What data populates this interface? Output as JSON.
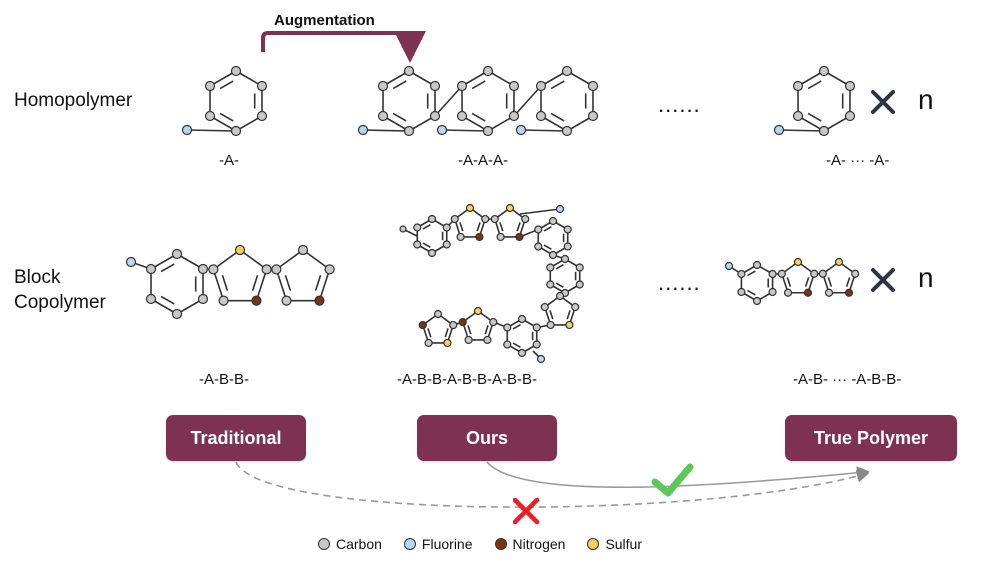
{
  "rows": {
    "homopolymer": "Homopolymer",
    "block_copolymer": "Block\nCopolymer"
  },
  "augmentation_label": "Augmentation",
  "formulas": {
    "homo_single": "-A-",
    "homo_augmented": "-A-A-A-",
    "homo_true": "-A- ··· -A-",
    "block_single": "-A-B-B-",
    "block_augmented": "-A-B-B-A-B-B-A-B-B-",
    "block_true": "-A-B- ··· -A-B-B-"
  },
  "ellipsis": "......",
  "repeat_symbol": "n",
  "buttons": {
    "traditional": "Traditional",
    "ours": "Ours",
    "true_polymer": "True Polymer"
  },
  "legend": [
    {
      "label": "Carbon",
      "color": "#c8c8c8"
    },
    {
      "label": "Fluorine",
      "color": "#b9d7f0"
    },
    {
      "label": "Nitrogen",
      "color": "#7a3410"
    },
    {
      "label": "Sulfur",
      "color": "#f3d260"
    }
  ],
  "colors": {
    "accent": "#7d3350",
    "check": "#5cc85a",
    "cross_red": "#ee1c24",
    "cross_dark": "#2f3347",
    "carbon": "#c8c8c8",
    "fluorine": "#b9d7f0",
    "nitrogen": "#7a3410",
    "sulfur": "#f3d260"
  },
  "icons": {
    "check": "check-icon",
    "cross_red": "red-cross-icon",
    "cross_dark": "times-icon"
  }
}
